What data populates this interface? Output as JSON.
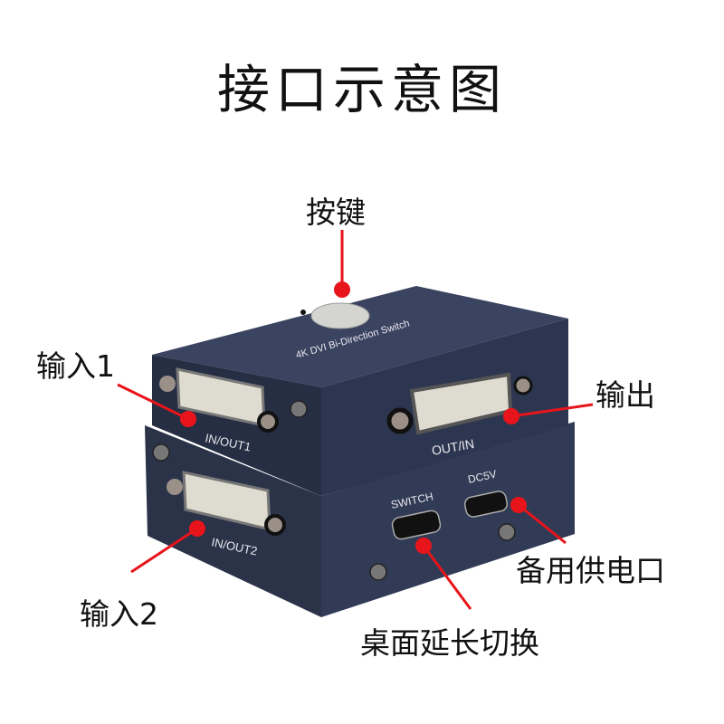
{
  "title": "接口示意图",
  "callouts": {
    "button": "按键",
    "input1": "输入1",
    "output": "输出",
    "input2": "输入2",
    "backup_power": "备用供电口",
    "desktop_switch": "桌面延长切换"
  },
  "device": {
    "top_label": "4K DVI Bi-Direction Switch",
    "port_in_out1": "IN/OUT1",
    "port_out_in": "OUT/IN",
    "port_in_out2": "IN/OUT2",
    "port_switch": "SWITCH",
    "port_dc5v": "DC5V"
  },
  "colors": {
    "body": "#2f3850",
    "callout": "#e8141b"
  }
}
